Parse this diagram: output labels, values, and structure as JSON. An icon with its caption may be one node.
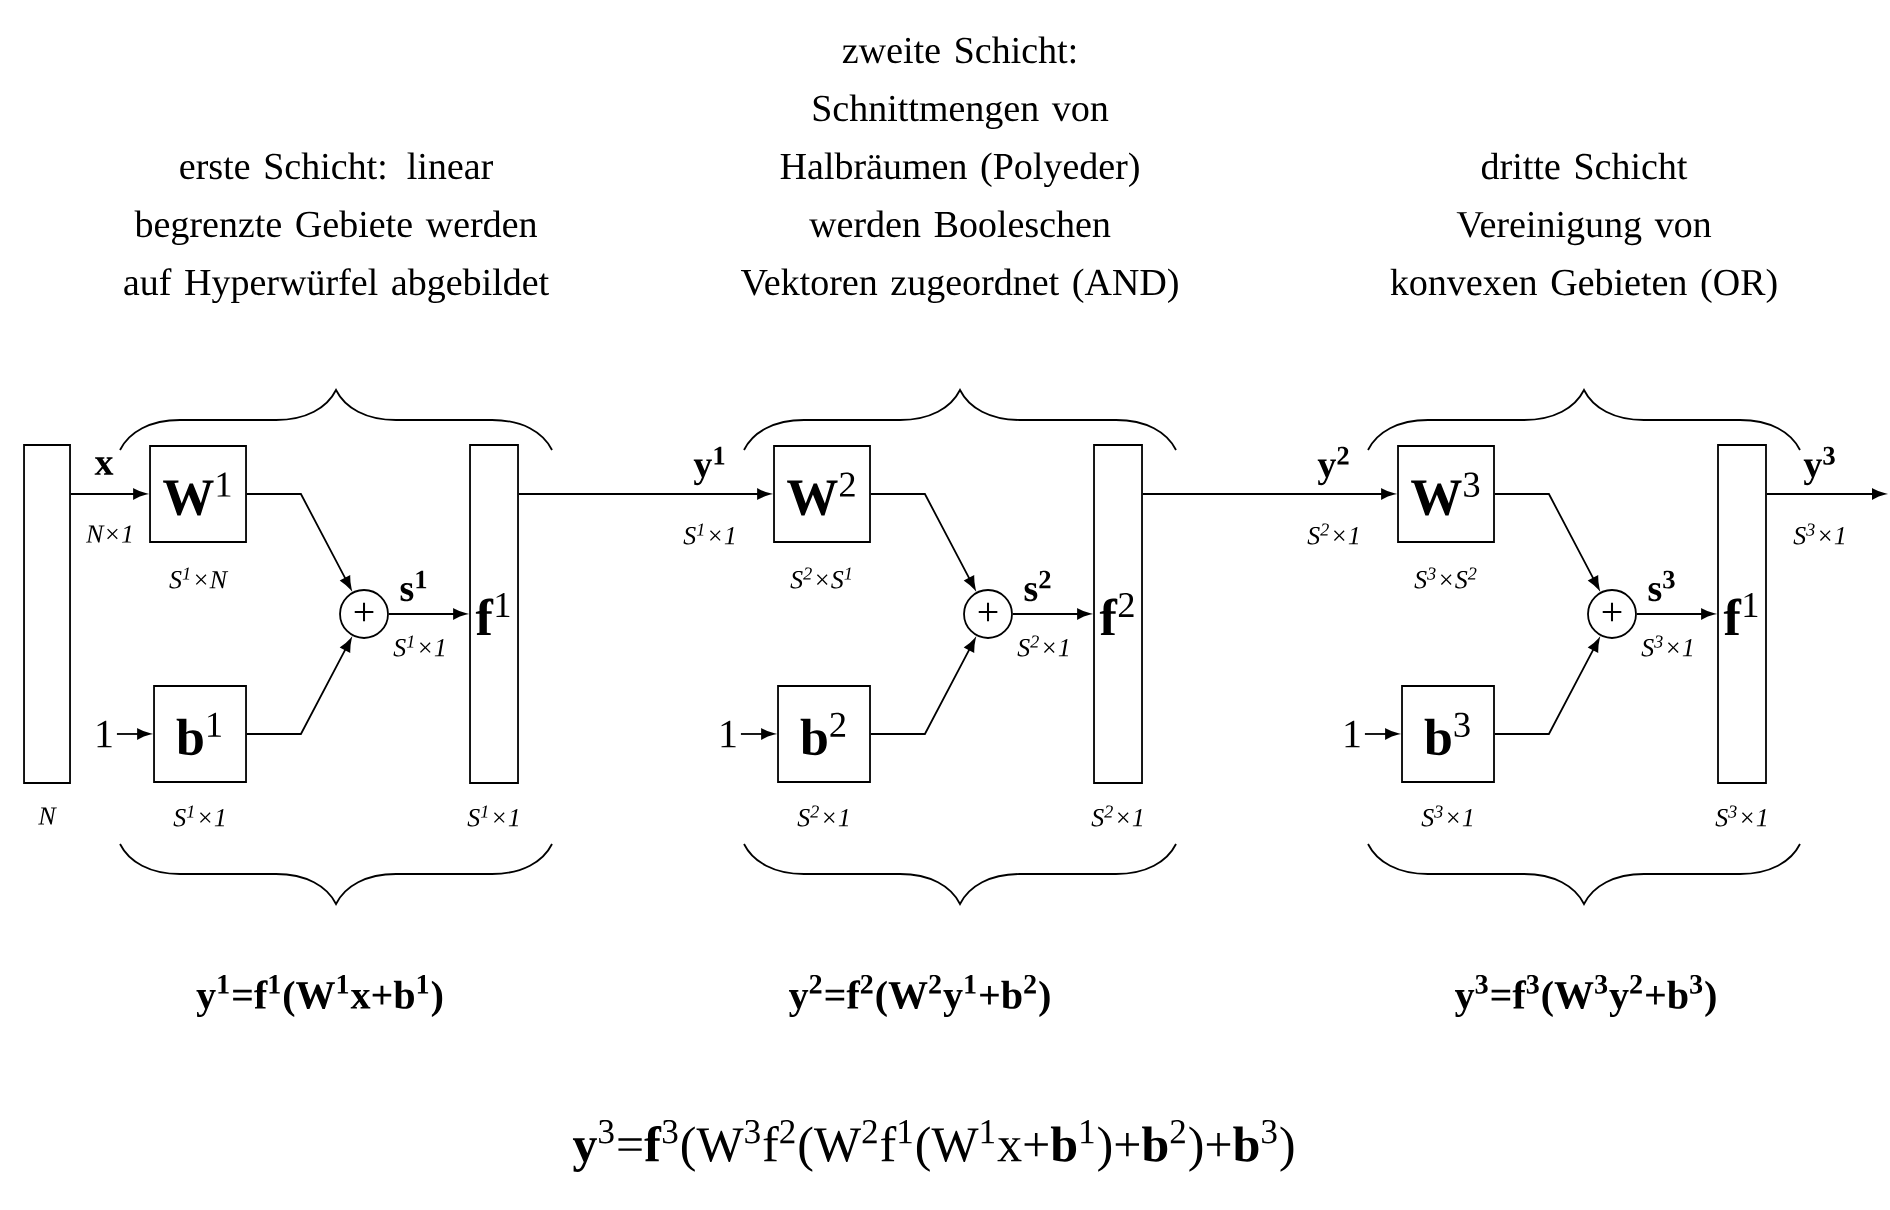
{
  "diagram": {
    "nodes": [
      {
        "text": [],
        "shape": "bar",
        "beside": [
          "N"
        ]
      },
      {
        "text": [
          "**W**$^{1}$"
        ],
        "beside": [
          "S$^{1}$×N"
        ]
      },
      {
        "text": [
          "1"
        ]
      },
      {
        "text": [
          "**b**$^{1}$"
        ],
        "beside": [
          "S$^{1}$×1"
        ]
      },
      {
        "text": [
          "+"
        ]
      },
      {
        "text": [
          "**f**$^{1}$"
        ],
        "beside": [
          "S$^{1}$×1"
        ]
      },
      {
        "text": [
          "**W**$^{2}$"
        ],
        "beside": [
          "S$^{2}$×S$^{1}$"
        ]
      },
      {
        "text": [
          "1"
        ]
      },
      {
        "text": [
          "**b**$^{2}$"
        ],
        "beside": [
          "S$^{2}$×1"
        ]
      },
      {
        "text": [
          "+"
        ]
      },
      {
        "text": [
          "**f**$^{2}$"
        ],
        "beside": [
          "S$^{2}$×1"
        ]
      },
      {
        "text": [
          "**W**$^{3}$"
        ],
        "beside": [
          "S$^{3}$×S$^{2}$"
        ]
      },
      {
        "text": [
          "1"
        ]
      },
      {
        "text": [
          "**b**$^{3}$"
        ],
        "beside": [
          "S$^{3}$×1"
        ]
      },
      {
        "text": [
          "+"
        ]
      },
      {
        "text": [
          "**f**$^{1}$"
        ],
        "beside": [
          "S$^{3}$×1"
        ]
      }
    ],
    "edges": [
      {
        "from": 0,
        "to": 1,
        "arrow": "to",
        "label": "x"
      },
      {
        "from": 2,
        "to": 3,
        "arrow": "to"
      },
      {
        "from": 1,
        "to": 4,
        "arrow": "to"
      },
      {
        "from": 3,
        "to": 4,
        "arrow": "to"
      },
      {
        "from": 4,
        "to": 5,
        "arrow": "to",
        "label": "s$^{1}$"
      },
      {
        "from": 5,
        "to": 6,
        "arrow": "to",
        "label": "y$^{1}$"
      },
      {
        "from": 7,
        "to": 8,
        "arrow": "to"
      },
      {
        "from": 6,
        "to": 9,
        "arrow": "to"
      },
      {
        "from": 8,
        "to": 9,
        "arrow": "to"
      },
      {
        "from": 9,
        "to": 10,
        "arrow": "to",
        "label": "s$^{2}$"
      },
      {
        "from": 10,
        "to": 11,
        "arrow": "to",
        "label": "y$^{2}$"
      },
      {
        "from": 12,
        "to": 13,
        "arrow": "to"
      },
      {
        "from": 11,
        "to": 14,
        "arrow": "to"
      },
      {
        "from": 13,
        "to": 14,
        "arrow": "to"
      },
      {
        "from": 14,
        "to": 15,
        "arrow": "to",
        "label": "s$^{3}$"
      },
      {
        "from": 15,
        "to": null,
        "arrow": "to",
        "label": "y$^{3}$"
      }
    ],
    "labels": [
      "erste Schicht: linear begrenzte Gebiete werden auf Hyperwürfel abgebildet",
      "zweite Schicht: Schnittmengen von Halbräumen (Polyeder) werden Booleschen Vektoren zugeordnet (AND)",
      "dritte Schicht Vereinigung von konvexen Gebieten (OR)",
      "N×1",
      "S$^{1}$×1",
      "S$^{1}$×1",
      "S$^{2}$×1",
      "S$^{2}$×1",
      "S$^{3}$×1",
      "S$^{3}$×1",
      "y$^{1}$=f$^{1}$(W$^{1}$x+b$^{1}$)",
      "y$^{2}$=f$^{2}$(W$^{2}$y$^{1}$+b$^{2}$)",
      "y$^{3}$=f$^{3}$(W$^{3}$y$^{2}$+b$^{3}$)",
      "**y**$^{3}$=**f**$^{3}$(W$^{3}$f$^{2}$(W$^{2}$f$^{1}$(W$^{1}$x+**b**$^{1}$)+**b**$^{2}$)+**b**$^{3}$)"
    ]
  }
}
